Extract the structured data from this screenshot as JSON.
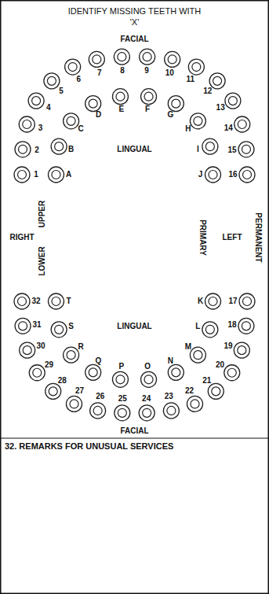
{
  "diagram": {
    "title": "IDENTIFY MISSING TEETH WITH 'X'",
    "labels": [
      "FACIAL",
      "1",
      "2",
      "3",
      "4",
      "5",
      "6",
      "7",
      "8",
      "9",
      "10",
      "11",
      "12",
      "13",
      "14",
      "15",
      "16",
      "A",
      "B",
      "C",
      "D",
      "E",
      "F",
      "G",
      "H",
      "I",
      "J",
      "LINGUAL",
      "UPPER",
      "RIGHT",
      "LOWER",
      "PRIMARY",
      "LEFT",
      "PERMANENT",
      "K",
      "L",
      "M",
      "N",
      "O",
      "P",
      "Q",
      "R",
      "S",
      "T",
      "LINGUAL",
      "17",
      "18",
      "19",
      "20",
      "21",
      "22",
      "23",
      "24",
      "25",
      "26",
      "27",
      "28",
      "29",
      "30",
      "31",
      "32",
      "FACIAL",
      "32. REMARKS FOR UNUSUAL SERVICES"
    ]
  }
}
